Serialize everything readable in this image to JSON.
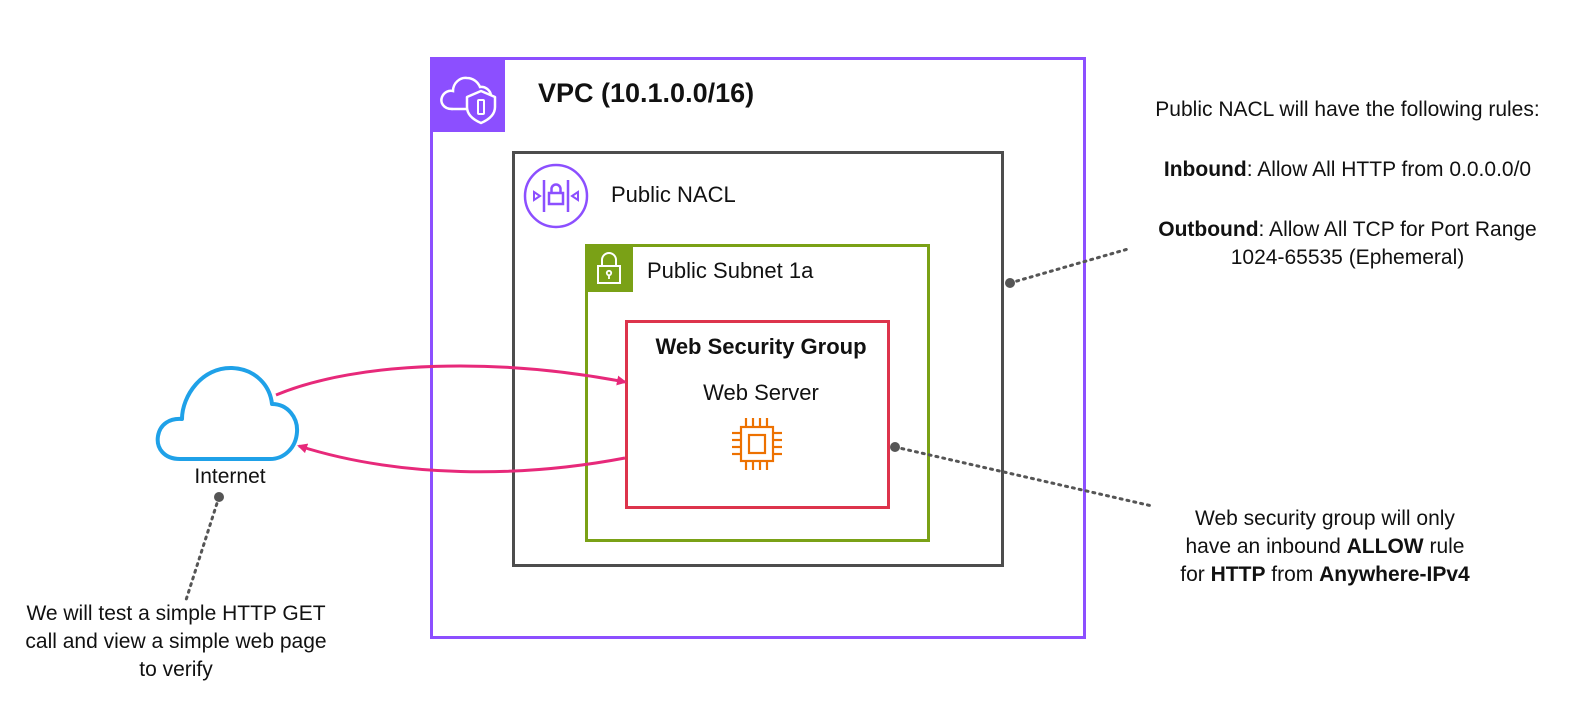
{
  "vpc": {
    "title": "VPC (10.1.0.0/16)",
    "border_color": "#8c4fff",
    "icon": "vpc-cloud-shield-icon"
  },
  "nacl": {
    "title": "Public NACL",
    "border_color": "#4d4d4d",
    "icon": "nacl-icon"
  },
  "subnet": {
    "title": "Public Subnet 1a",
    "border_color": "#7aa116",
    "icon": "padlock-icon"
  },
  "security_group": {
    "title": "Web Security Group",
    "border_color": "#dd344c"
  },
  "web_server": {
    "label": "Web Server",
    "icon": "ec2-chip-icon",
    "icon_color": "#ed7100"
  },
  "internet": {
    "label": "Internet",
    "icon": "cloud-icon",
    "icon_color": "#1fa1e8"
  },
  "arrows": {
    "color": "#e7297a"
  },
  "notes": {
    "nacl": {
      "intro": "Public NACL will have the following rules:",
      "inbound_label": "Inbound",
      "inbound_text": ": Allow All HTTP from 0.0.0.0/0",
      "outbound_label": "Outbound",
      "outbound_text": ": Allow All TCP for Port Range",
      "outbound_text_2": "1024-65535 (Ephemeral)"
    },
    "security_group": {
      "line1": "Web security group will only",
      "line2_a": "have an inbound ",
      "line2_b": "ALLOW",
      "line2_c": " rule",
      "line3_a": "for ",
      "line3_b": "HTTP",
      "line3_c": " from ",
      "line3_d": "Anywhere-IPv4"
    },
    "test": {
      "line1": "We will test a simple HTTP GET",
      "line2": "call and view a simple web page",
      "line3": "to verify"
    }
  }
}
